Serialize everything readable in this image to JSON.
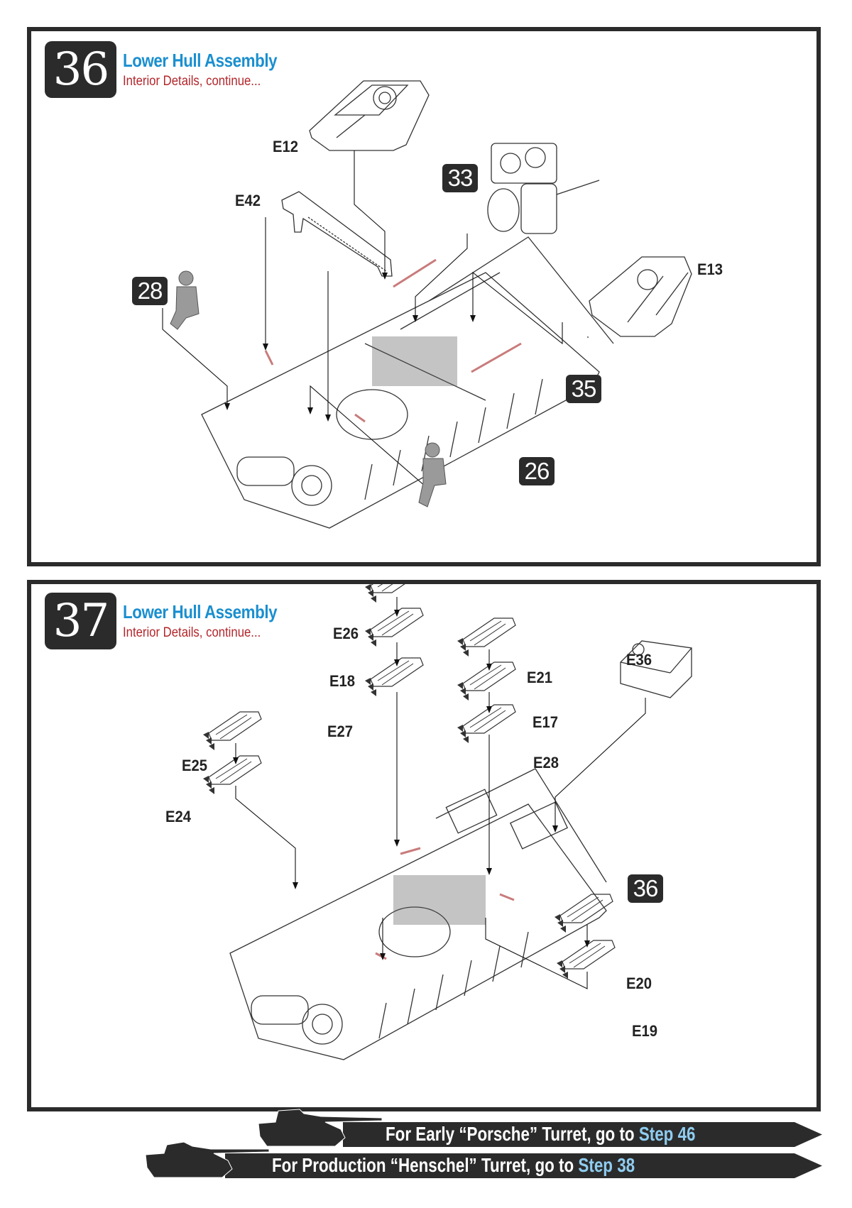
{
  "steps": [
    {
      "number": "36",
      "title": "Lower Hull Assembly",
      "subtitle": "Interior Details, continue...",
      "parts": [
        "E12",
        "E42",
        "E13"
      ],
      "references": [
        "33",
        "28",
        "35",
        "26"
      ]
    },
    {
      "number": "37",
      "title": "Lower Hull Assembly",
      "subtitle": "Interior Details, continue...",
      "parts": [
        "E26",
        "E18",
        "E27",
        "E21",
        "E17",
        "E28",
        "E36",
        "E25",
        "E24",
        "E20",
        "E19"
      ],
      "references": [
        "36"
      ]
    }
  ],
  "navigation": [
    {
      "prefix": "For Early “Porsche” Turret, go to ",
      "link": "Step 46",
      "icon": "tank-silhouette-porsche-icon"
    },
    {
      "prefix": "For Production “Henschel” Turret, go to ",
      "link": "Step 38",
      "icon": "tank-silhouette-henschel-icon"
    }
  ],
  "colors": {
    "frame": "#2b2b2b",
    "title": "#1a8fcf",
    "subtitle": "#b3262b",
    "link": "#8fcdf0",
    "highlight": "#c97b7b"
  }
}
